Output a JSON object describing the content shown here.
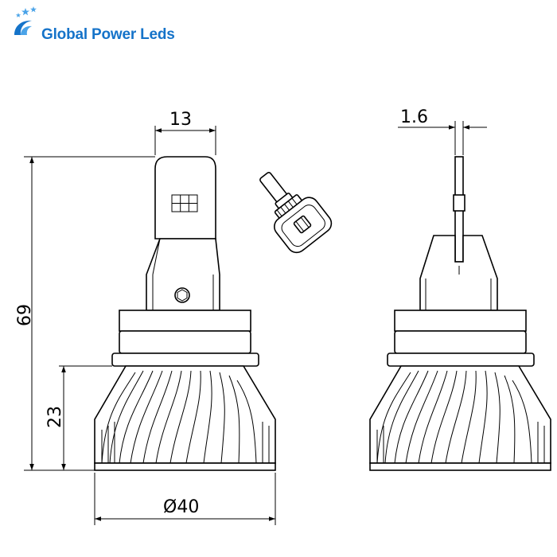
{
  "brand": {
    "name": "Global Power Leds",
    "color": "#1573c9",
    "accent": "#4aa3e8"
  },
  "dimensions": {
    "top_width": "13",
    "plate_thickness": "1.6",
    "total_height": "69",
    "heatsink_height": "23",
    "diameter": "Ø40"
  },
  "icons": {
    "front_view": "led-bulb-front-icon",
    "side_view": "led-bulb-side-icon",
    "connector": "connector-plug-icon"
  }
}
